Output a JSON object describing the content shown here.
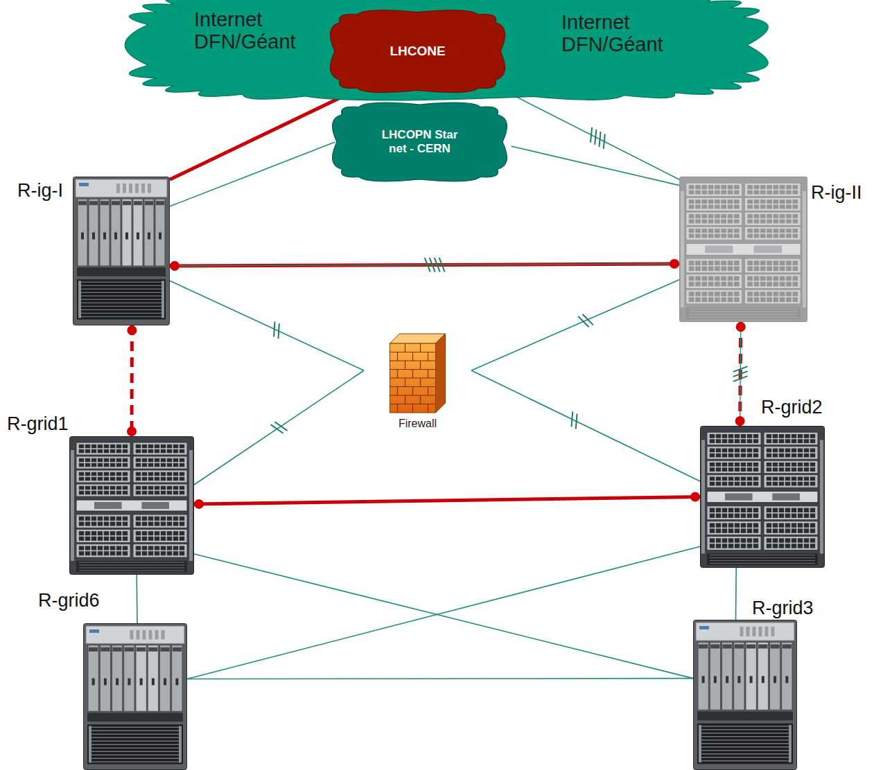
{
  "diagram": {
    "nodes": [
      {
        "text": [
          "Internet DFN/Géant",
          "Internet DFN/Géant"
        ]
      },
      {
        "text": [
          "LHCONE"
        ],
        "in": 0
      },
      {
        "text": [
          "LHCOPN Star net - CERN"
        ]
      },
      {
        "text": [
          "R-ig-I"
        ]
      },
      {
        "text": [
          "R-ig-II"
        ]
      },
      {
        "text": [
          "Firewall"
        ]
      },
      {
        "text": [
          "R-grid1"
        ]
      },
      {
        "text": [
          "R-grid2"
        ]
      },
      {
        "text": [
          "R-grid6"
        ]
      },
      {
        "text": [
          "R-grid3"
        ]
      }
    ],
    "edges": [
      {
        "from": 3,
        "to": 1,
        "arrow": "none"
      },
      {
        "from": 3,
        "to": 2,
        "arrow": "none"
      },
      {
        "from": 4,
        "to": 0,
        "arrow": "none"
      },
      {
        "from": 4,
        "to": 2,
        "arrow": "none"
      },
      {
        "from": 3,
        "to": 4,
        "arrow": "none"
      },
      {
        "from": 3,
        "to": 5,
        "arrow": "none"
      },
      {
        "from": 4,
        "to": 5,
        "arrow": "none"
      },
      {
        "from": 6,
        "to": 5,
        "arrow": "none"
      },
      {
        "from": 7,
        "to": 5,
        "arrow": "none"
      },
      {
        "from": 3,
        "to": 6,
        "arrow": "none"
      },
      {
        "from": 4,
        "to": 7,
        "arrow": "none"
      },
      {
        "from": 6,
        "to": 7,
        "arrow": "none"
      },
      {
        "from": 6,
        "to": 8,
        "arrow": "none"
      },
      {
        "from": 6,
        "to": 9,
        "arrow": "none"
      },
      {
        "from": 7,
        "to": 8,
        "arrow": "none"
      },
      {
        "from": 8,
        "to": 9,
        "arrow": "none"
      },
      {
        "from": 7,
        "to": 9,
        "arrow": "none"
      }
    ]
  }
}
